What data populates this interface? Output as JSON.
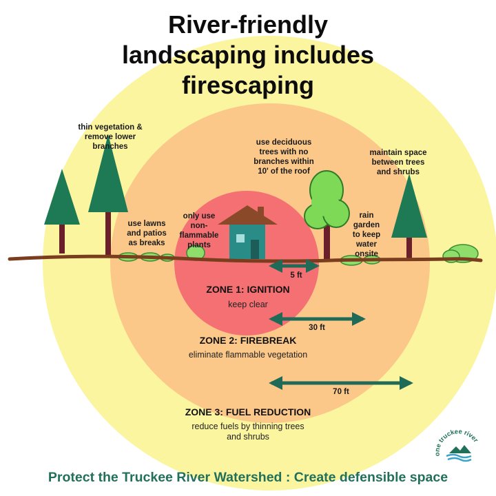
{
  "title": {
    "line1": "River-friendly",
    "line2": "landscaping includes",
    "line3": "firescaping"
  },
  "annotations": {
    "thin_vegetation": [
      "thin vegetation &",
      "remove lower",
      "branches"
    ],
    "lawns_patios": [
      "use lawns",
      "and patios",
      "as breaks"
    ],
    "nonflammable": [
      "only use",
      "non-",
      "flammable",
      "plants"
    ],
    "deciduous": [
      "use deciduous",
      "trees with no",
      "branches within",
      "10' of the roof"
    ],
    "maintain_space": [
      "maintain space",
      "between trees",
      "and shrubs"
    ],
    "rain_garden": [
      "rain",
      "garden",
      "to keep",
      "water",
      "onsite"
    ]
  },
  "zones": {
    "zone1": {
      "title": "ZONE 1: IGNITION",
      "description": "keep clear",
      "distance": "5 ft"
    },
    "zone2": {
      "title": "ZONE 2: FIREBREAK",
      "description": "eliminate flammable vegetation",
      "distance": "30 ft"
    },
    "zone3": {
      "title": "ZONE 3: FUEL REDUCTION",
      "description": [
        "reduce fuels by thinning trees",
        "and shrubs"
      ],
      "distance": "70 ft"
    }
  },
  "footer": "Protect the Truckee River Watershed : Create defensible space",
  "logo_text": "one truckee river",
  "colors": {
    "zone3": "#fbf59f",
    "zone2": "#fbc88a",
    "zone1": "#f47073",
    "ground": "#7a3e1f",
    "arrow": "#1f6b58",
    "footer": "#21705a",
    "house_wall": "#2a8c86",
    "house_roof": "#8a4a2a",
    "conifer": "#1e7a55",
    "trunk": "#6b1f2a",
    "deciduous": "#7ed957",
    "shrub": "#8fde6c"
  }
}
